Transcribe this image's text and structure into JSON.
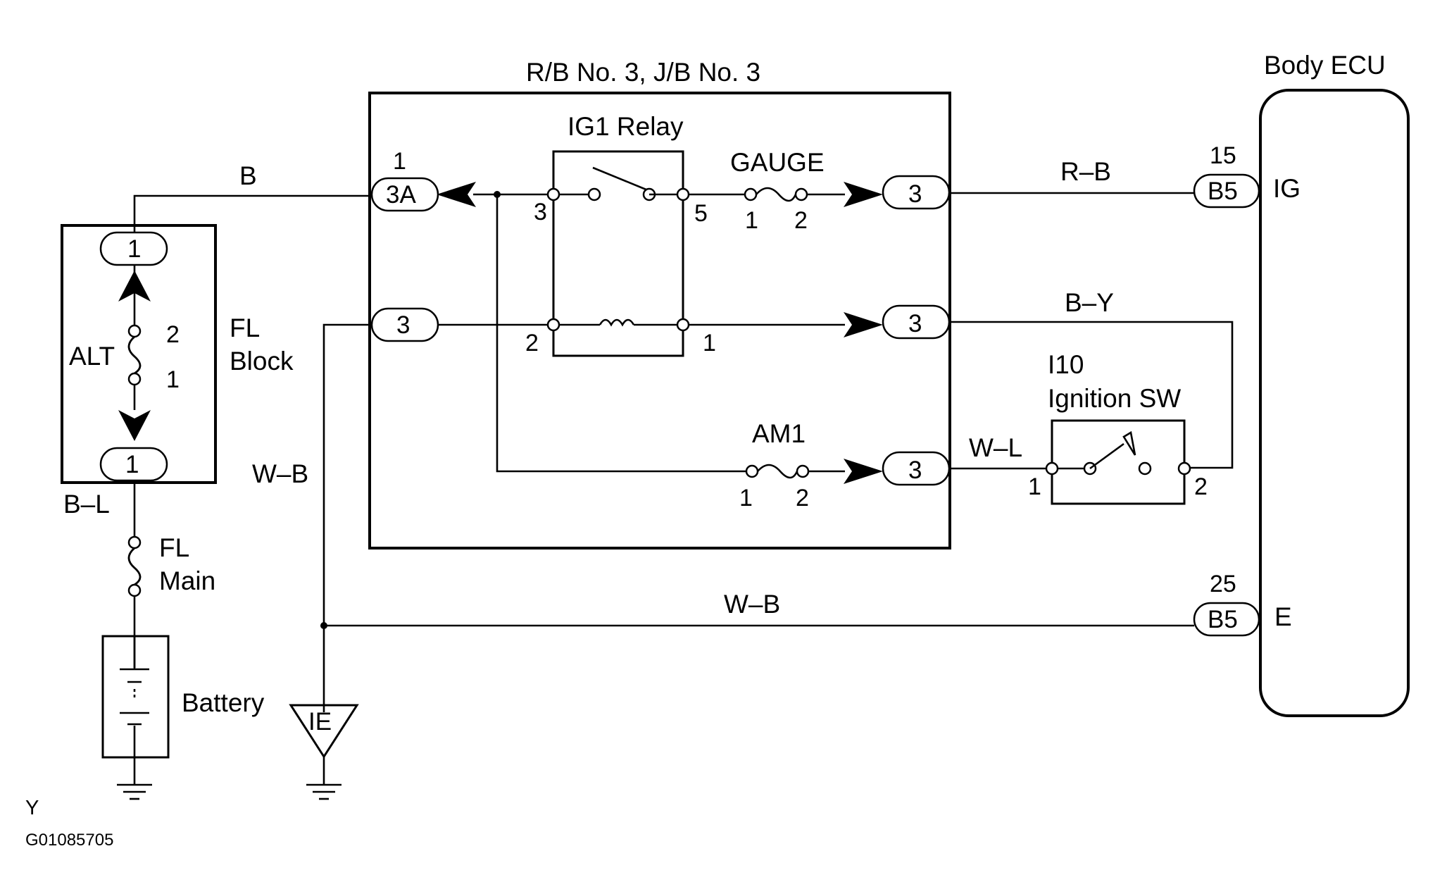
{
  "title_junction": "R/B No. 3, J/B No. 3",
  "title_ecu": "Body ECU",
  "ig1_relay": "IG1 Relay",
  "gauge_fuse": "GAUGE",
  "am1_fuse": "AM1",
  "fl_block": [
    "FL",
    "Block"
  ],
  "fl_main": [
    "FL",
    "Main"
  ],
  "alt_fuse": "ALT",
  "battery": "Battery",
  "ignition_sw": [
    "I10",
    "Ignition SW"
  ],
  "ground_point": "IE",
  "wire_colors": {
    "b": "B",
    "bl": "B–L",
    "wb_left": "W–B",
    "wb_bottom": "W–B",
    "rb": "R–B",
    "by": "B–Y",
    "wl": "W–L"
  },
  "connectors": {
    "c3a": "3A",
    "c3a_pin": "1",
    "c3_fl": "3",
    "c3_gauge": "3",
    "c3_by": "3",
    "c3_am1": "3",
    "fl_top": "1",
    "fl_bottom": "1",
    "b5_top": "B5",
    "b5_top_pin": "15",
    "b5_bottom": "B5",
    "b5_bottom_pin": "25"
  },
  "pins": {
    "relay_3": "3",
    "relay_5": "5",
    "relay_2": "2",
    "relay_1": "1",
    "gauge_1": "1",
    "gauge_2": "2",
    "am1_1": "1",
    "am1_2": "2",
    "alt_2": "2",
    "alt_1": "1",
    "sw_1": "1",
    "sw_2": "2"
  },
  "ecu_terminals": {
    "ig": "IG",
    "e": "E"
  },
  "footer": {
    "code": "Y",
    "figure": "G01085705"
  }
}
